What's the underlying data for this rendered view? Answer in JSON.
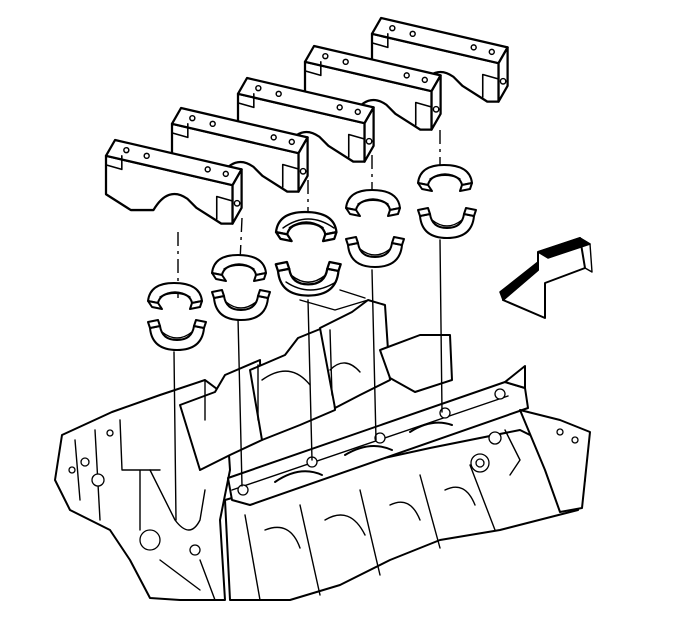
{
  "figure": {
    "caption": "",
    "icons": {
      "caps": "main-bearing-cap",
      "upper_bearings": "upper-bearing-shell",
      "lower_bearings": "lower-bearing-shell",
      "block": "engine-block",
      "arrow": "front-direction-arrow"
    },
    "cap_count": 5,
    "bearing_pair_count": 5,
    "line_color": "#000000",
    "background_color": "#ffffff"
  }
}
